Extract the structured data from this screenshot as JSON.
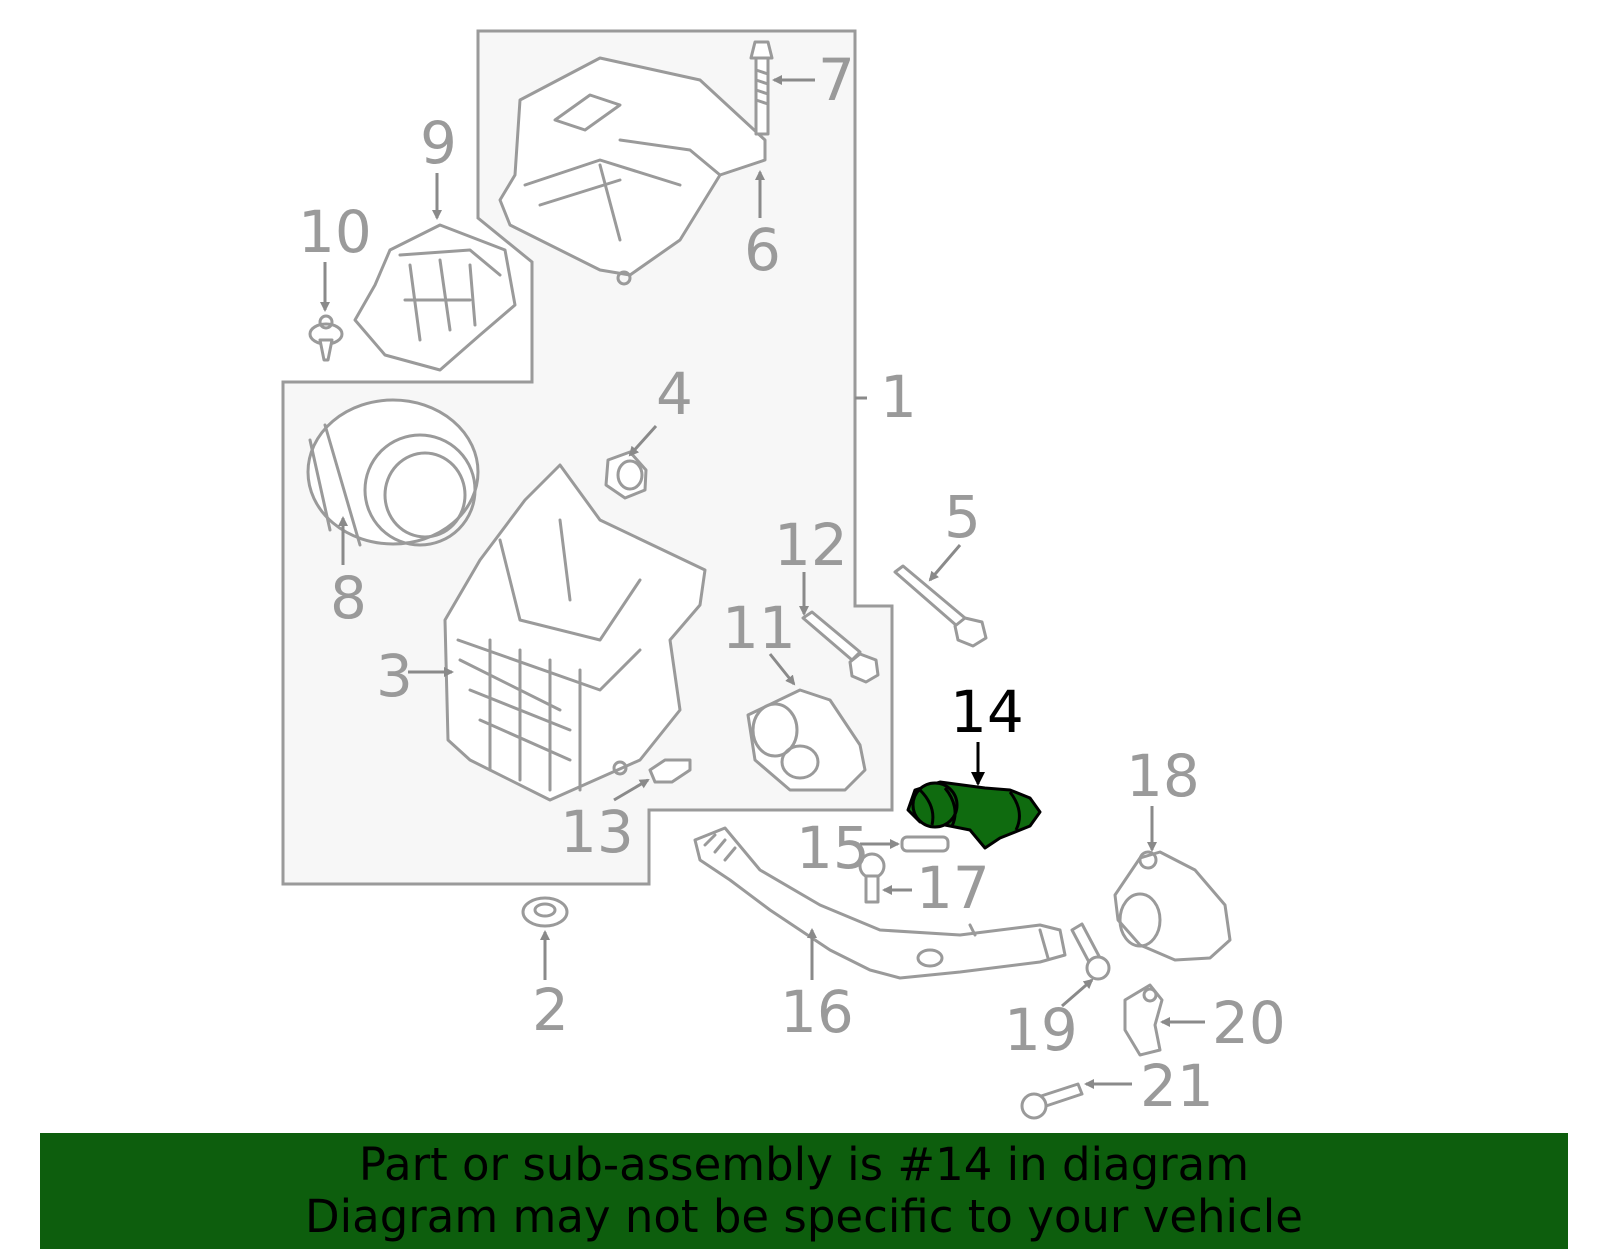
{
  "diagram": {
    "callouts": [
      {
        "id": "1",
        "label": "1"
      },
      {
        "id": "2",
        "label": "2"
      },
      {
        "id": "3",
        "label": "3"
      },
      {
        "id": "4",
        "label": "4"
      },
      {
        "id": "5",
        "label": "5"
      },
      {
        "id": "6",
        "label": "6"
      },
      {
        "id": "7",
        "label": "7"
      },
      {
        "id": "8",
        "label": "8"
      },
      {
        "id": "9",
        "label": "9"
      },
      {
        "id": "10",
        "label": "10"
      },
      {
        "id": "11",
        "label": "11"
      },
      {
        "id": "12",
        "label": "12"
      },
      {
        "id": "13",
        "label": "13"
      },
      {
        "id": "14",
        "label": "14"
      },
      {
        "id": "15",
        "label": "15"
      },
      {
        "id": "16",
        "label": "16"
      },
      {
        "id": "17",
        "label": "17"
      },
      {
        "id": "18",
        "label": "18"
      },
      {
        "id": "19",
        "label": "19"
      },
      {
        "id": "20",
        "label": "20"
      },
      {
        "id": "21",
        "label": "21"
      }
    ],
    "highlighted_part": "14",
    "colors": {
      "outline": "#9a9a9a",
      "highlight": "#0f6b0f",
      "banner": "#0d5e0d",
      "panel": "#f7f7f7"
    }
  },
  "banner": {
    "line1": "Part or sub-assembly is #14 in diagram",
    "line2": "Diagram may not be specific to your vehicle"
  }
}
